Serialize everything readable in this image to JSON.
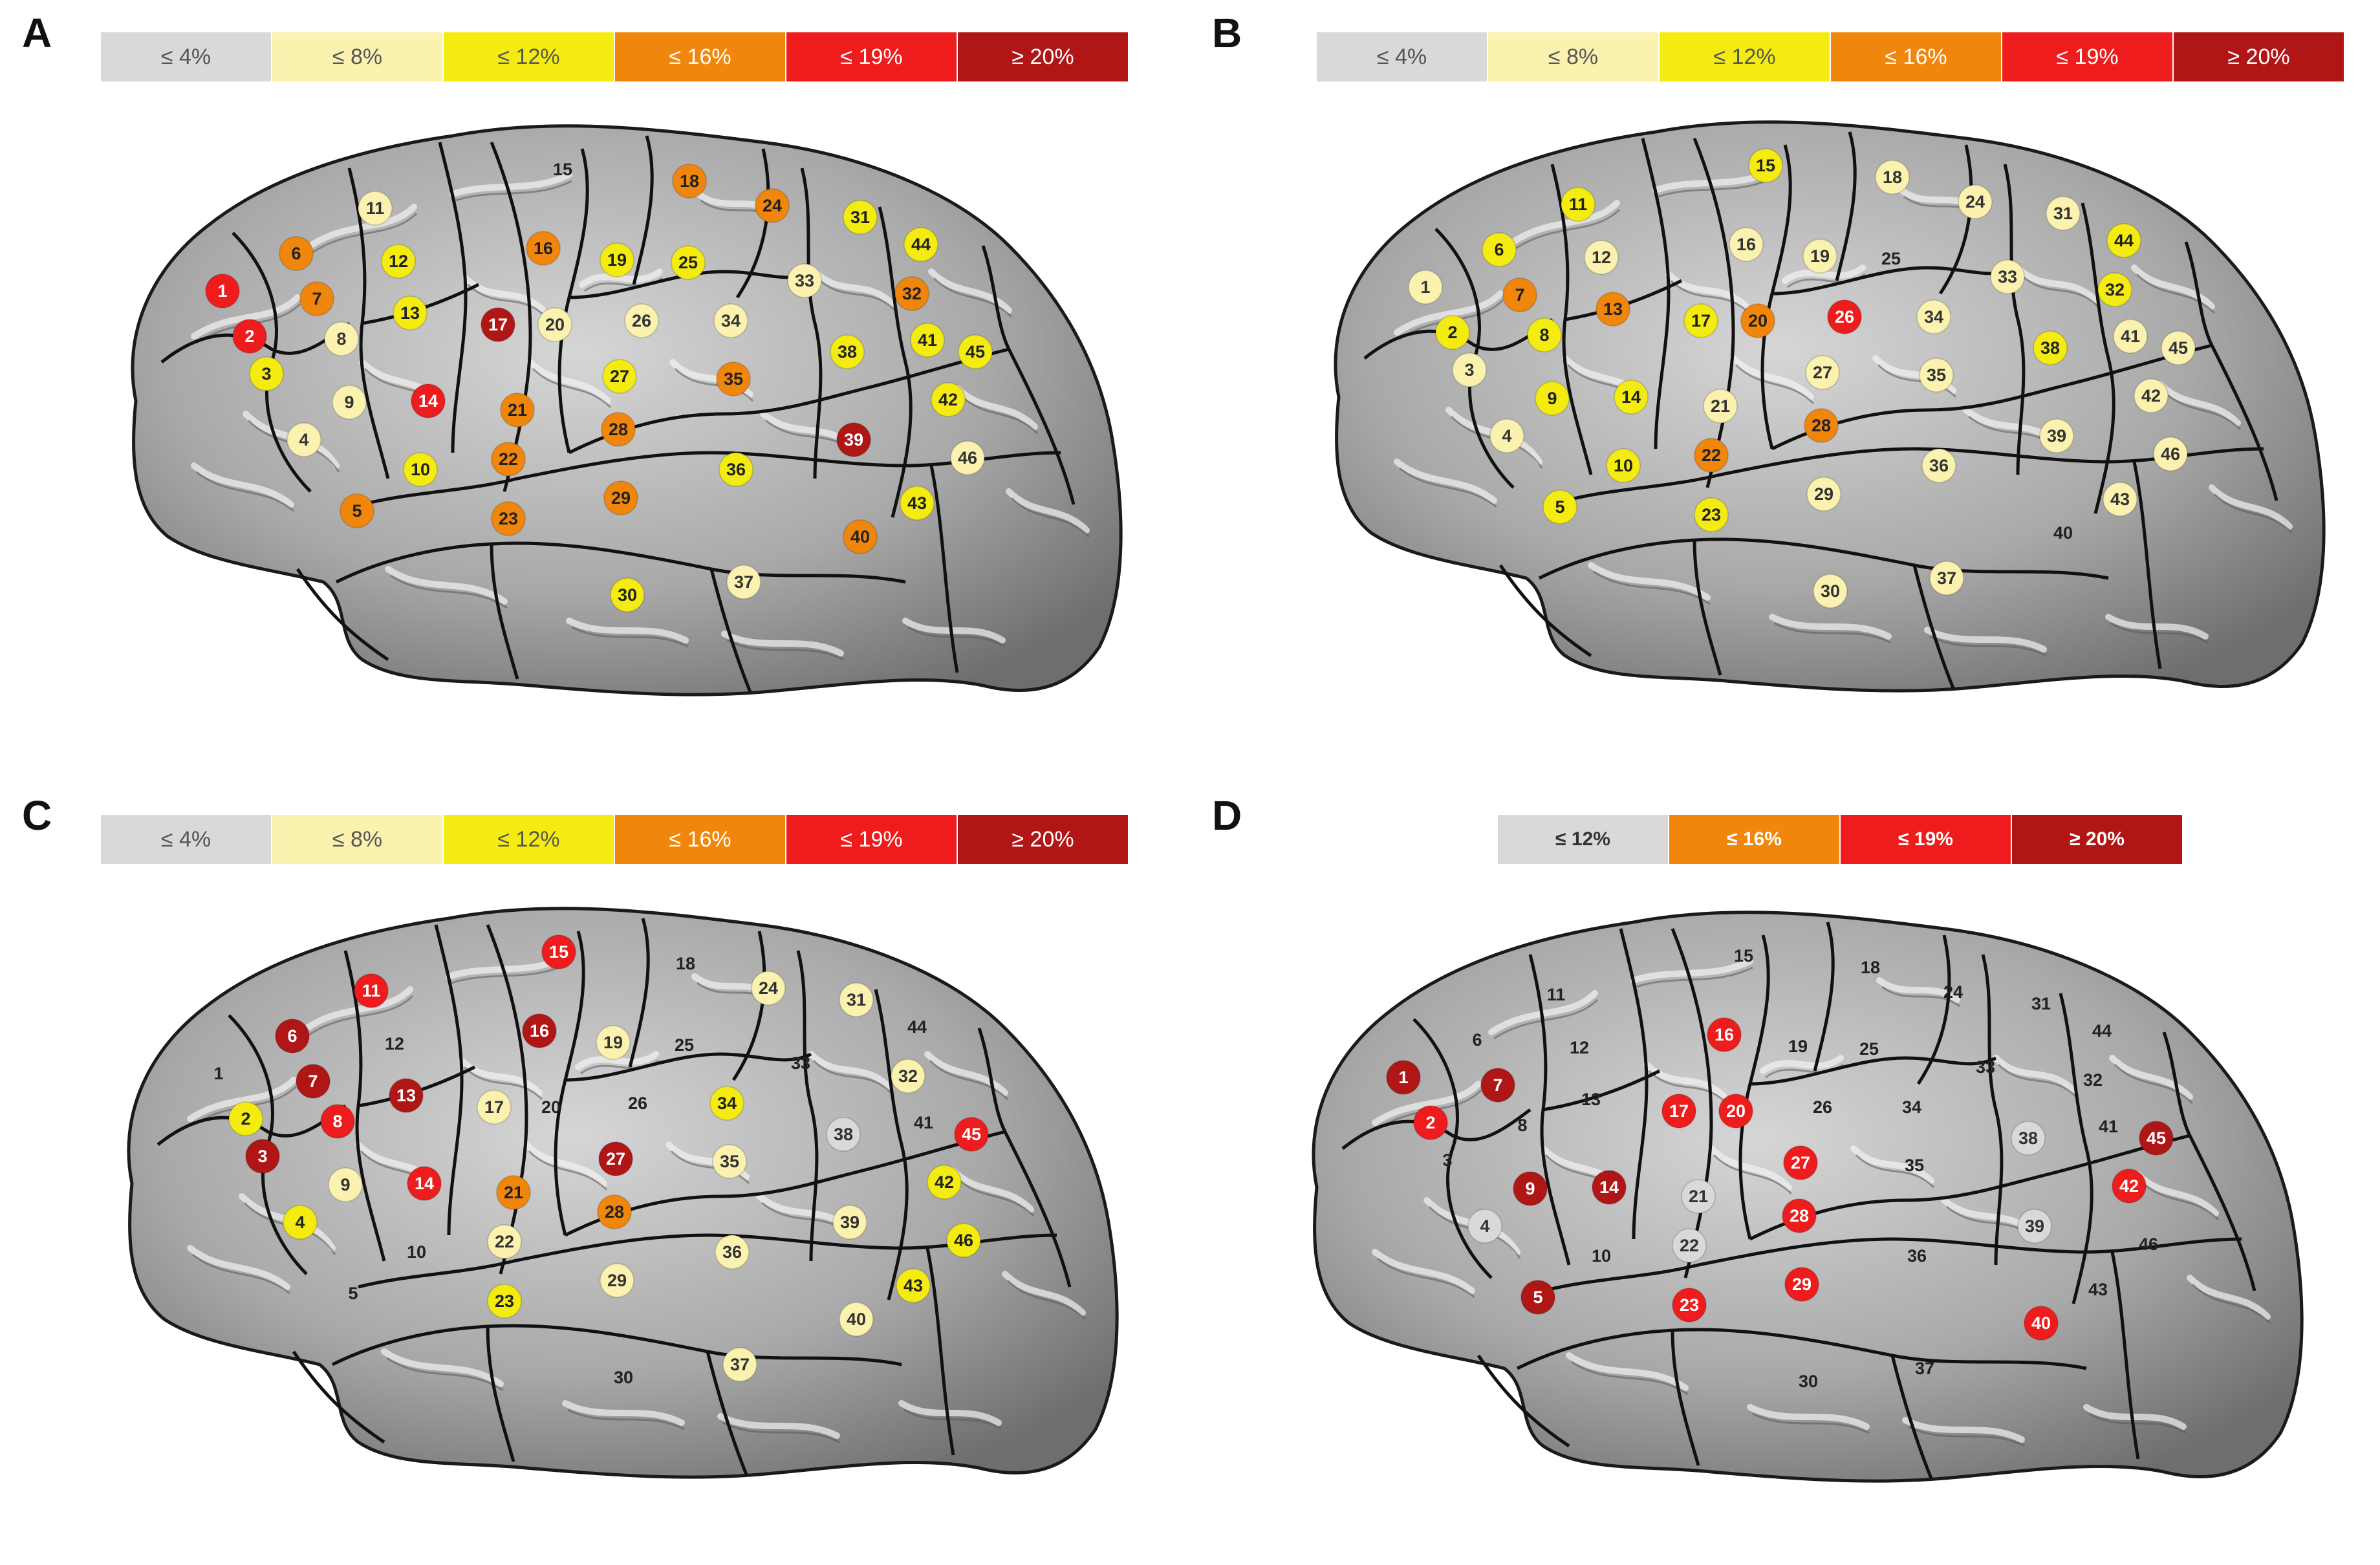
{
  "colors": {
    "le4": "#d9d9d9",
    "le8": "#fbf2b0",
    "le12": "#f4ec10",
    "le16": "#f0860c",
    "le19": "#ee1c1c",
    "ge20": "#b01616",
    "none": "transparent"
  },
  "panels": [
    {
      "id": "A",
      "letter": "A",
      "legend": [
        {
          "label": "≤ 4%",
          "class": "le4"
        },
        {
          "label": "≤ 8%",
          "class": "le8"
        },
        {
          "label": "≤ 12%",
          "class": "le12"
        },
        {
          "label": "≤ 16%",
          "class": "le16"
        },
        {
          "label": "≤ 19%",
          "class": "le19"
        },
        {
          "label": "≥ 20%",
          "class": "ge20"
        }
      ],
      "electrodes": [
        {
          "n": "1",
          "c": "le19"
        },
        {
          "n": "2",
          "c": "le19"
        },
        {
          "n": "3",
          "c": "le12"
        },
        {
          "n": "4",
          "c": "le8"
        },
        {
          "n": "5",
          "c": "le16"
        },
        {
          "n": "6",
          "c": "le16"
        },
        {
          "n": "7",
          "c": "le16"
        },
        {
          "n": "8",
          "c": "le8"
        },
        {
          "n": "9",
          "c": "le8"
        },
        {
          "n": "10",
          "c": "le12"
        },
        {
          "n": "11",
          "c": "le8"
        },
        {
          "n": "12",
          "c": "le12"
        },
        {
          "n": "13",
          "c": "le12"
        },
        {
          "n": "14",
          "c": "le19"
        },
        {
          "n": "15",
          "c": "none"
        },
        {
          "n": "16",
          "c": "le16"
        },
        {
          "n": "17",
          "c": "ge20"
        },
        {
          "n": "18",
          "c": "le16"
        },
        {
          "n": "19",
          "c": "le12"
        },
        {
          "n": "20",
          "c": "le8"
        },
        {
          "n": "21",
          "c": "le16"
        },
        {
          "n": "22",
          "c": "le16"
        },
        {
          "n": "23",
          "c": "le16"
        },
        {
          "n": "24",
          "c": "le16"
        },
        {
          "n": "25",
          "c": "le12"
        },
        {
          "n": "26",
          "c": "le8"
        },
        {
          "n": "27",
          "c": "le12"
        },
        {
          "n": "28",
          "c": "le16"
        },
        {
          "n": "29",
          "c": "le16"
        },
        {
          "n": "30",
          "c": "le12"
        },
        {
          "n": "31",
          "c": "le12"
        },
        {
          "n": "32",
          "c": "le16"
        },
        {
          "n": "33",
          "c": "le8"
        },
        {
          "n": "34",
          "c": "le8"
        },
        {
          "n": "35",
          "c": "le16"
        },
        {
          "n": "36",
          "c": "le12"
        },
        {
          "n": "37",
          "c": "le8"
        },
        {
          "n": "38",
          "c": "le12"
        },
        {
          "n": "39",
          "c": "ge20"
        },
        {
          "n": "40",
          "c": "le16"
        },
        {
          "n": "41",
          "c": "le12"
        },
        {
          "n": "42",
          "c": "le12"
        },
        {
          "n": "43",
          "c": "le12"
        },
        {
          "n": "44",
          "c": "le12"
        },
        {
          "n": "45",
          "c": "le12"
        },
        {
          "n": "46",
          "c": "le8"
        }
      ]
    },
    {
      "id": "B",
      "letter": "B",
      "legend": [
        {
          "label": "≤ 4%",
          "class": "le4"
        },
        {
          "label": "≤ 8%",
          "class": "le8"
        },
        {
          "label": "≤ 12%",
          "class": "le12"
        },
        {
          "label": "≤ 16%",
          "class": "le16"
        },
        {
          "label": "≤ 19%",
          "class": "le19"
        },
        {
          "label": "≥ 20%",
          "class": "ge20"
        }
      ],
      "electrodes": [
        {
          "n": "1",
          "c": "le8"
        },
        {
          "n": "2",
          "c": "le12"
        },
        {
          "n": "3",
          "c": "le8"
        },
        {
          "n": "4",
          "c": "le8"
        },
        {
          "n": "5",
          "c": "le12"
        },
        {
          "n": "6",
          "c": "le12"
        },
        {
          "n": "7",
          "c": "le16"
        },
        {
          "n": "8",
          "c": "le12"
        },
        {
          "n": "9",
          "c": "le12"
        },
        {
          "n": "10",
          "c": "le12"
        },
        {
          "n": "11",
          "c": "le12"
        },
        {
          "n": "12",
          "c": "le8"
        },
        {
          "n": "13",
          "c": "le16"
        },
        {
          "n": "14",
          "c": "le12"
        },
        {
          "n": "15",
          "c": "le12"
        },
        {
          "n": "16",
          "c": "le8"
        },
        {
          "n": "17",
          "c": "le12"
        },
        {
          "n": "18",
          "c": "le8"
        },
        {
          "n": "19",
          "c": "le8"
        },
        {
          "n": "20",
          "c": "le16"
        },
        {
          "n": "21",
          "c": "le8"
        },
        {
          "n": "22",
          "c": "le16"
        },
        {
          "n": "23",
          "c": "le12"
        },
        {
          "n": "24",
          "c": "le8"
        },
        {
          "n": "25",
          "c": "none"
        },
        {
          "n": "26",
          "c": "le19"
        },
        {
          "n": "27",
          "c": "le8"
        },
        {
          "n": "28",
          "c": "le16"
        },
        {
          "n": "29",
          "c": "le8"
        },
        {
          "n": "30",
          "c": "le8"
        },
        {
          "n": "31",
          "c": "le8"
        },
        {
          "n": "32",
          "c": "le12"
        },
        {
          "n": "33",
          "c": "le8"
        },
        {
          "n": "34",
          "c": "le8"
        },
        {
          "n": "35",
          "c": "le8"
        },
        {
          "n": "36",
          "c": "le8"
        },
        {
          "n": "37",
          "c": "le8"
        },
        {
          "n": "38",
          "c": "le12"
        },
        {
          "n": "39",
          "c": "le8"
        },
        {
          "n": "40",
          "c": "none"
        },
        {
          "n": "41",
          "c": "le8"
        },
        {
          "n": "42",
          "c": "le8"
        },
        {
          "n": "43",
          "c": "le8"
        },
        {
          "n": "44",
          "c": "le12"
        },
        {
          "n": "45",
          "c": "le8"
        },
        {
          "n": "46",
          "c": "le8"
        }
      ]
    },
    {
      "id": "C",
      "letter": "C",
      "legend": [
        {
          "label": "≤ 4%",
          "class": "le4"
        },
        {
          "label": "≤ 8%",
          "class": "le8"
        },
        {
          "label": "≤ 12%",
          "class": "le12"
        },
        {
          "label": "≤ 16%",
          "class": "le16"
        },
        {
          "label": "≤ 19%",
          "class": "le19"
        },
        {
          "label": "≥ 20%",
          "class": "ge20"
        }
      ],
      "electrodes": [
        {
          "n": "1",
          "c": "none"
        },
        {
          "n": "2",
          "c": "le12"
        },
        {
          "n": "3",
          "c": "ge20"
        },
        {
          "n": "4",
          "c": "le12"
        },
        {
          "n": "5",
          "c": "none"
        },
        {
          "n": "6",
          "c": "ge20"
        },
        {
          "n": "7",
          "c": "ge20"
        },
        {
          "n": "8",
          "c": "le19"
        },
        {
          "n": "9",
          "c": "le8"
        },
        {
          "n": "10",
          "c": "none"
        },
        {
          "n": "11",
          "c": "le19"
        },
        {
          "n": "12",
          "c": "none"
        },
        {
          "n": "13",
          "c": "ge20"
        },
        {
          "n": "14",
          "c": "le19"
        },
        {
          "n": "15",
          "c": "le19"
        },
        {
          "n": "16",
          "c": "ge20"
        },
        {
          "n": "17",
          "c": "le8"
        },
        {
          "n": "18",
          "c": "none"
        },
        {
          "n": "19",
          "c": "le8"
        },
        {
          "n": "20",
          "c": "none"
        },
        {
          "n": "21",
          "c": "le16"
        },
        {
          "n": "22",
          "c": "le8"
        },
        {
          "n": "23",
          "c": "le12"
        },
        {
          "n": "24",
          "c": "le8"
        },
        {
          "n": "25",
          "c": "none"
        },
        {
          "n": "26",
          "c": "none"
        },
        {
          "n": "27",
          "c": "ge20"
        },
        {
          "n": "28",
          "c": "le16"
        },
        {
          "n": "29",
          "c": "le8"
        },
        {
          "n": "30",
          "c": "none"
        },
        {
          "n": "31",
          "c": "le8"
        },
        {
          "n": "32",
          "c": "le8"
        },
        {
          "n": "33",
          "c": "none"
        },
        {
          "n": "34",
          "c": "le12"
        },
        {
          "n": "35",
          "c": "le8"
        },
        {
          "n": "36",
          "c": "le8"
        },
        {
          "n": "37",
          "c": "le8"
        },
        {
          "n": "38",
          "c": "le4"
        },
        {
          "n": "39",
          "c": "le8"
        },
        {
          "n": "40",
          "c": "le8"
        },
        {
          "n": "41",
          "c": "none"
        },
        {
          "n": "42",
          "c": "le12"
        },
        {
          "n": "43",
          "c": "le12"
        },
        {
          "n": "44",
          "c": "none"
        },
        {
          "n": "45",
          "c": "le19"
        },
        {
          "n": "46",
          "c": "le12"
        }
      ]
    },
    {
      "id": "D",
      "letter": "D",
      "legend": [
        {
          "label": "≤ 12%",
          "class": "le4"
        },
        {
          "label": "≤ 16%",
          "class": "le16"
        },
        {
          "label": "≤ 19%",
          "class": "le19"
        },
        {
          "label": "≥ 20%",
          "class": "ge20"
        }
      ],
      "electrodes": [
        {
          "n": "1",
          "c": "ge20"
        },
        {
          "n": "2",
          "c": "le19"
        },
        {
          "n": "3",
          "c": "none"
        },
        {
          "n": "4",
          "c": "le4"
        },
        {
          "n": "5",
          "c": "ge20"
        },
        {
          "n": "6",
          "c": "none"
        },
        {
          "n": "7",
          "c": "ge20"
        },
        {
          "n": "8",
          "c": "none"
        },
        {
          "n": "9",
          "c": "ge20"
        },
        {
          "n": "10",
          "c": "none"
        },
        {
          "n": "11",
          "c": "none"
        },
        {
          "n": "12",
          "c": "none"
        },
        {
          "n": "13",
          "c": "none"
        },
        {
          "n": "14",
          "c": "ge20"
        },
        {
          "n": "15",
          "c": "none"
        },
        {
          "n": "16",
          "c": "le19"
        },
        {
          "n": "17",
          "c": "le19"
        },
        {
          "n": "18",
          "c": "none"
        },
        {
          "n": "19",
          "c": "none"
        },
        {
          "n": "20",
          "c": "le19"
        },
        {
          "n": "21",
          "c": "le4"
        },
        {
          "n": "22",
          "c": "le4"
        },
        {
          "n": "23",
          "c": "le19"
        },
        {
          "n": "24",
          "c": "none"
        },
        {
          "n": "25",
          "c": "none"
        },
        {
          "n": "26",
          "c": "none"
        },
        {
          "n": "27",
          "c": "le19"
        },
        {
          "n": "28",
          "c": "le19"
        },
        {
          "n": "29",
          "c": "le19"
        },
        {
          "n": "30",
          "c": "none"
        },
        {
          "n": "31",
          "c": "none"
        },
        {
          "n": "32",
          "c": "none"
        },
        {
          "n": "33",
          "c": "none"
        },
        {
          "n": "34",
          "c": "none"
        },
        {
          "n": "35",
          "c": "none"
        },
        {
          "n": "36",
          "c": "none"
        },
        {
          "n": "37",
          "c": "none"
        },
        {
          "n": "38",
          "c": "le4"
        },
        {
          "n": "39",
          "c": "le4"
        },
        {
          "n": "40",
          "c": "le19"
        },
        {
          "n": "41",
          "c": "none"
        },
        {
          "n": "42",
          "c": "le19"
        },
        {
          "n": "43",
          "c": "none"
        },
        {
          "n": "44",
          "c": "none"
        },
        {
          "n": "45",
          "c": "ge20"
        },
        {
          "n": "46",
          "c": "none"
        }
      ]
    }
  ]
}
